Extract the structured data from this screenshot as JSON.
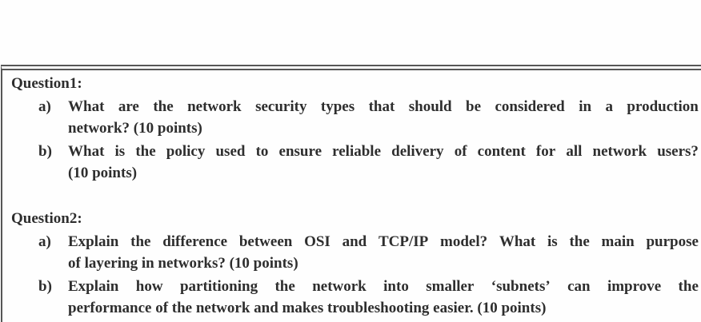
{
  "page": {
    "background_color": "#fefefe",
    "text_color": "#2e2e2e",
    "frame_border_color": "#565656"
  },
  "questions": [
    {
      "heading": "Question1:",
      "items": [
        {
          "marker": "a)",
          "lines": [
            {
              "text": "What are the network security types that should be considered in a production",
              "stretch": true
            },
            {
              "text": "network? (10 points)",
              "stretch": false
            }
          ]
        },
        {
          "marker": "b)",
          "lines": [
            {
              "text": "What is the policy used to ensure reliable delivery of content for all network users?",
              "stretch": true
            },
            {
              "text": "(10 points)",
              "stretch": false
            }
          ]
        }
      ]
    },
    {
      "heading": "Question2:",
      "items": [
        {
          "marker": "a)",
          "lines": [
            {
              "text": "Explain the difference between OSI and TCP/IP model? What is the main purpose",
              "stretch": true
            },
            {
              "text": "of layering in networks? (10 points)",
              "stretch": false
            }
          ]
        },
        {
          "marker": "b)",
          "lines": [
            {
              "text": "Explain how partitioning the network into smaller ‘subnets’ can improve the",
              "stretch": true
            },
            {
              "text": "performance of the network and makes troubleshooting easier. (10 points)",
              "stretch": false
            }
          ]
        }
      ]
    }
  ]
}
